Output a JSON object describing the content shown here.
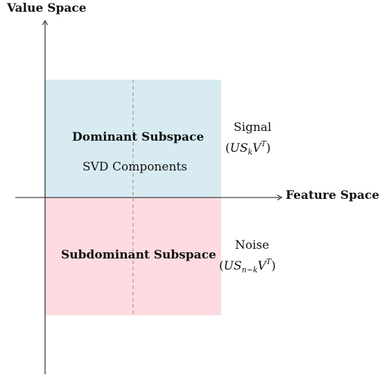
{
  "axes": {
    "y_label": "Value Space",
    "x_label": "Feature Space"
  },
  "regions": {
    "dominant": {
      "title": "Dominant Subspace",
      "subtitle": "SVD Components",
      "color": "#d8ebf2"
    },
    "subdominant": {
      "title": "Subdominant Subspace",
      "color": "#fddbe0"
    }
  },
  "annotations": {
    "signal": {
      "label": "Signal",
      "formula_prefix": "(",
      "formula_main": "US",
      "formula_sub": "k",
      "formula_after": "V",
      "formula_sup": "T",
      "formula_suffix": ")"
    },
    "noise": {
      "label": "Noise",
      "formula_prefix": "(",
      "formula_main": "US",
      "formula_sub": "n−k",
      "formula_after": "V",
      "formula_sup": "T",
      "formula_suffix": ")"
    }
  },
  "colors": {
    "axis": "#111111",
    "divider": "#a6a6a6"
  }
}
